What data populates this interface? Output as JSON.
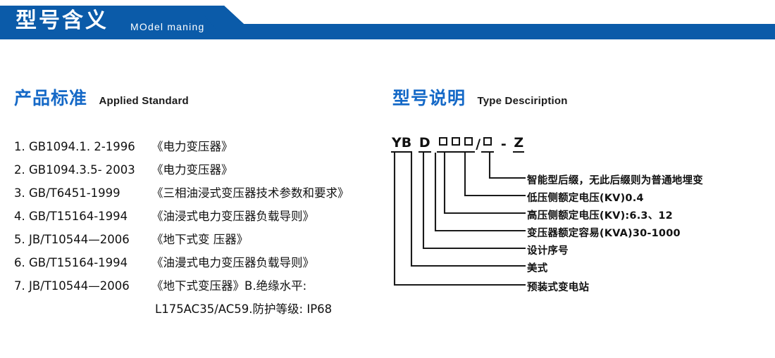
{
  "banner": {
    "title_cn": "型号含义",
    "title_en": "MOdel maning",
    "bg_color": "#0B5BA9"
  },
  "sections": {
    "left": {
      "heading_cn": "产品标准",
      "heading_en": "Applied Standard"
    },
    "right": {
      "heading_cn": "型号说明",
      "heading_en": "Type Desciription"
    }
  },
  "accent_color": "#1569C7",
  "standards": [
    {
      "code": "1. GB1094.1. 2-1996",
      "title": "《电力变压器》"
    },
    {
      "code": "2. GB1094.3.5- 2003",
      "title": "《电力变压器》"
    },
    {
      "code": "3. GB/T6451-1999",
      "title": "《三相油浸式变压器技术参数和要求》"
    },
    {
      "code": "4. GB/T15164-1994",
      "title": "《油浸式电力变压器负载导则》"
    },
    {
      "code": "5. JB/T10544—2006",
      "title": "《地下式变 压器》"
    },
    {
      "code": "6. GB/T15164-1994",
      "title": "《油漫式电力变压器负载导则》"
    },
    {
      "code": "7. JB/T10544—2006",
      "title": "《地下式变压器》B.绝缘水平:"
    }
  ],
  "standards_continuation": "L175AC35/AC59.防护等级: IP68",
  "type_code": {
    "tokens": [
      {
        "kind": "text",
        "value": "YB",
        "underline": true
      },
      {
        "kind": "gap",
        "value": " "
      },
      {
        "kind": "text",
        "value": "D",
        "underline": true
      },
      {
        "kind": "gap",
        "value": " "
      },
      {
        "kind": "box",
        "value": "□",
        "underline": true
      },
      {
        "kind": "box",
        "value": "□",
        "underline": true
      },
      {
        "kind": "box",
        "value": "□",
        "underline": true
      },
      {
        "kind": "text",
        "value": "/",
        "underline": false
      },
      {
        "kind": "box",
        "value": "□",
        "underline": true
      },
      {
        "kind": "text",
        "value": "-",
        "underline": false
      },
      {
        "kind": "text",
        "value": "Z",
        "underline": true
      }
    ],
    "plain_code": "YB D □□□/□ - Z",
    "callouts": [
      {
        "label": "智能型后缀，无此后缀则为普通地埋变"
      },
      {
        "label": "低压侧额定电压(KV)0.4"
      },
      {
        "label": "高压侧额定电压(KV):6.3、12"
      },
      {
        "label": "变压器额定容易(KVA)30-1000"
      },
      {
        "label": "设计序号"
      },
      {
        "label": "美式"
      },
      {
        "label": "预装式变电站"
      }
    ]
  }
}
